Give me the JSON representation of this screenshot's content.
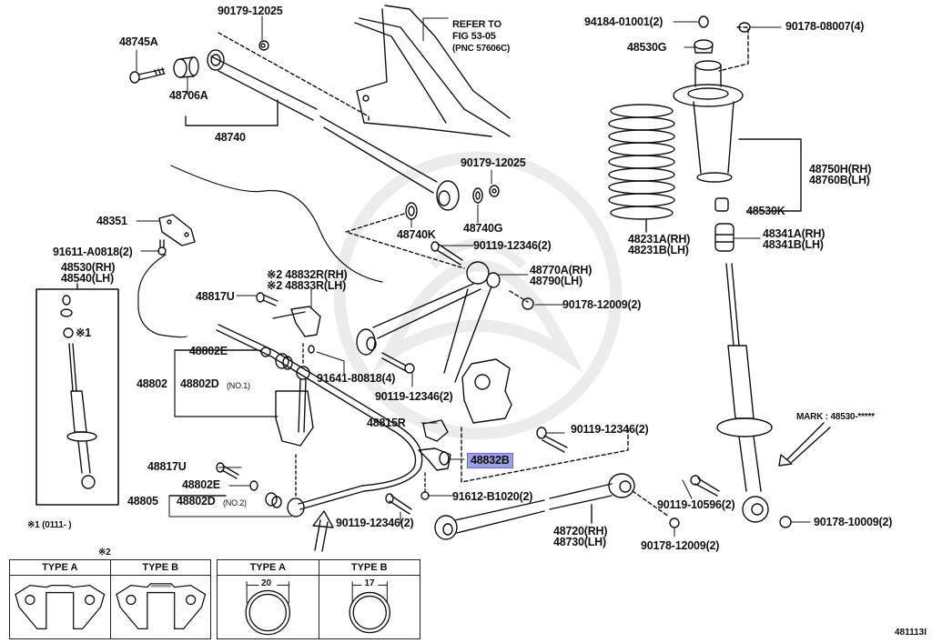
{
  "diagram": {
    "figure_code": "481113I",
    "reference": {
      "line1": "REFER TO",
      "line2": "FIG 53-05",
      "line3": "(PNC 57606C)"
    },
    "highlighted_part": "48832B",
    "highlight_color": "#9c9fe0",
    "mark_note": "MARK : 48530-*****",
    "footnote1": "※1 (0111-       )",
    "labels": {
      "p48745A": "48745A",
      "p48706A": "48706A",
      "p48740": "48740",
      "p90179_top": "90179-12025",
      "p90179_mid": "90179-12025",
      "p48740K": "48740K",
      "p48740G": "48740G",
      "p90119_a": "90119-12346(2)",
      "p48770A": "48770A(RH)",
      "p48790": "48790(LH)",
      "p90178_12009_a": "90178-12009(2)",
      "p94184": "94184-01001(2)",
      "p90178_08007": "90178-08007(4)",
      "p48530G": "48530G",
      "p48750H": "48750H(RH)",
      "p48760B": "48760B(LH)",
      "p48530K": "48530K",
      "p48231A": "48231A(RH)",
      "p48231B": "48231B(LH)",
      "p48341A": "48341A(RH)",
      "p48341B": "48341B(LH)",
      "p48351": "48351",
      "p91611": "91611-A0818(2)",
      "p48530": "48530(RH)",
      "p48540": "48540(LH)",
      "star1": "※1",
      "p48832R": "※2 48832R(RH)",
      "p48833R": "※2 48833R(LH)",
      "p48817U_a": "48817U",
      "p48802E_a": "48802E",
      "p48802": "48802",
      "p48802D_a": "48802D",
      "no1": "(NO.1)",
      "p91641": "91641-80818(4)",
      "p90119_b": "90119-12346(2)",
      "p48815R": "48815R",
      "p90119_c": "90119-12346(2)",
      "p91612": "91612-B1020(2)",
      "p48817U_b": "48817U",
      "p48802E_b": "48802E",
      "p48805": "48805",
      "p48802D_b": "48802D",
      "no2": "(NO.2)",
      "p90119_d": "90119-12346(2)",
      "p48720": "48720(RH)",
      "p48730": "48730(LH)",
      "p90119_10596": "90119-10596(2)",
      "p90178_12009_b": "90178-12009(2)",
      "p90178_10009": "90178-10009(2)"
    },
    "bracket_table": {
      "note": "※2",
      "columns": [
        {
          "header": "TYPE A"
        },
        {
          "header": "TYPE B"
        }
      ]
    },
    "bushing_table": {
      "columns": [
        {
          "header": "TYPE A",
          "dimension": "20"
        },
        {
          "header": "TYPE B",
          "dimension": "17"
        }
      ]
    }
  }
}
